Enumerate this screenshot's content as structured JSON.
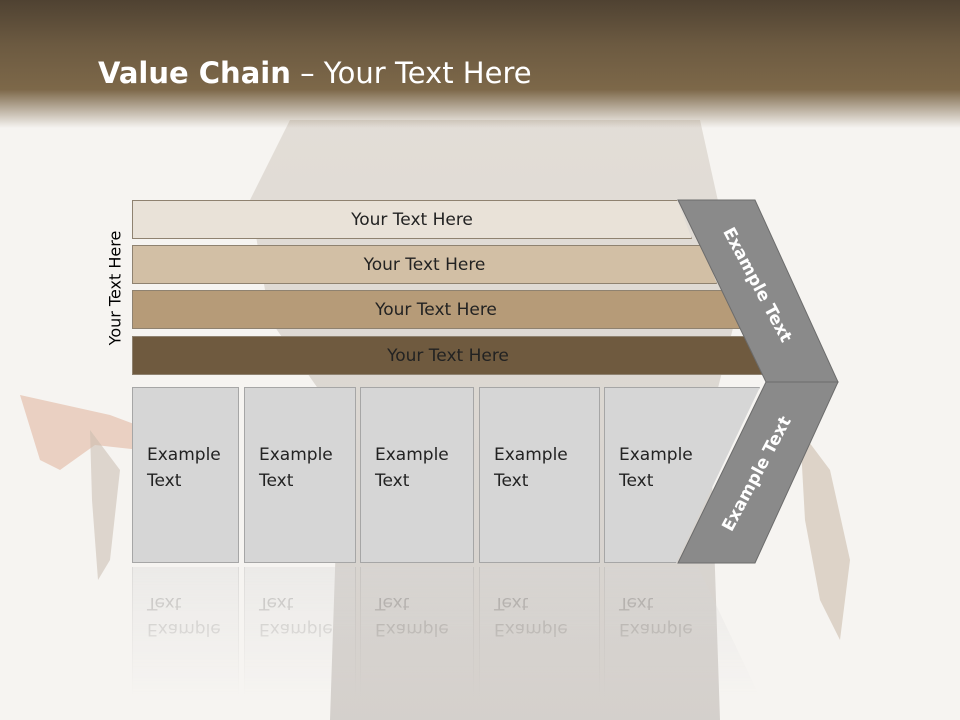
{
  "header": {
    "title_bold": "Value Chain",
    "title_rest": " – Your Text Here"
  },
  "side_label": "Your Text Here",
  "bands": [
    {
      "label": "Your Text Here",
      "color": "#e9e2d8"
    },
    {
      "label": "Your Text Here",
      "color": "#d2bfa5"
    },
    {
      "label": "Your Text Here",
      "color": "#b69b78"
    },
    {
      "label": "Your Text Here",
      "color": "#6f5a3f"
    }
  ],
  "cells": [
    {
      "line1": "Example",
      "line2": "Text"
    },
    {
      "line1": "Example",
      "line2": "Text"
    },
    {
      "line1": "Example",
      "line2": "Text"
    },
    {
      "line1": "Example",
      "line2": "Text"
    },
    {
      "line1": "Example",
      "line2": "Text"
    }
  ],
  "chevron": {
    "upper_label": "Example Text",
    "lower_label": "Example Text",
    "color": "#8a8a8a"
  }
}
